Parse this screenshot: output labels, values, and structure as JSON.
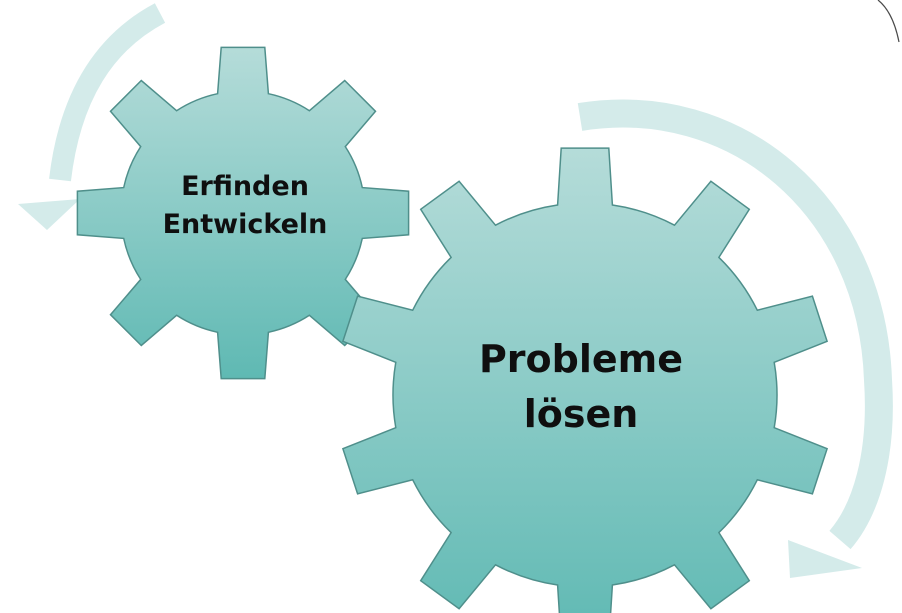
{
  "diagram": {
    "colors": {
      "gear_top": "#b5dcd9",
      "gear_bottom": "#5fb9b3",
      "gear_stroke": "#4f8f8b",
      "arrow": "#d4ebea"
    },
    "small_gear": {
      "line1": "Erfinden",
      "line2": "Entwickeln"
    },
    "large_gear": {
      "line1": "Probleme",
      "line2": "lösen"
    }
  }
}
